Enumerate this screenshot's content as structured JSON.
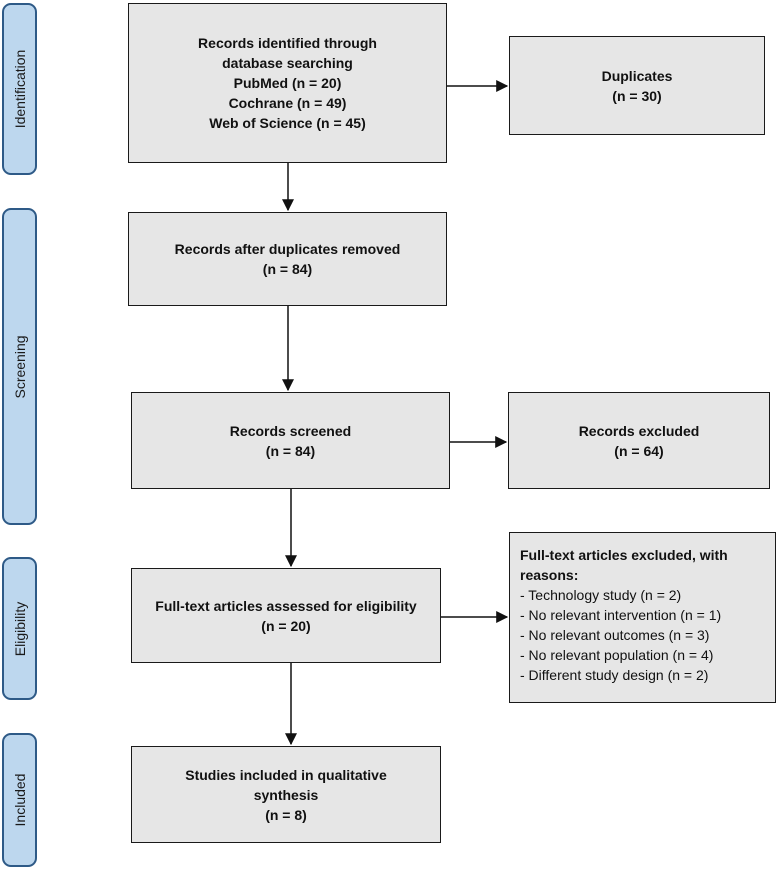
{
  "stages": [
    {
      "name": "identification",
      "label": "Identification"
    },
    {
      "name": "screening",
      "label": "Screening"
    },
    {
      "name": "eligibility",
      "label": "Eligibility"
    },
    {
      "name": "included",
      "label": "Included"
    }
  ],
  "boxes": {
    "identified": {
      "lines": [
        "Records identified through",
        "database searching",
        "PubMed (n = 20)",
        "Cochrane (n = 49)",
        "Web of Science (n = 45)"
      ]
    },
    "duplicates": {
      "lines": [
        "Duplicates",
        "(n = 30)"
      ]
    },
    "after_duplicates": {
      "lines": [
        "Records after duplicates removed",
        "(n = 84)"
      ]
    },
    "screened": {
      "lines": [
        "Records screened",
        "(n = 84)"
      ]
    },
    "excluded": {
      "lines": [
        "Records excluded",
        "(n = 64)"
      ]
    },
    "fulltext": {
      "lines": [
        "Full-text articles assessed for eligibility",
        "(n = 20)"
      ]
    },
    "fulltext_excluded": {
      "title_lines": [
        "Full-text articles excluded, with",
        "reasons:"
      ],
      "reasons": [
        "- Technology study (n = 2)",
        "- No relevant intervention (n = 1)",
        "- No relevant outcomes (n = 3)",
        "- No relevant population (n = 4)",
        "- Different study design (n = 2)"
      ]
    },
    "included": {
      "lines": [
        "Studies included in qualitative",
        "synthesis",
        "(n = 8)"
      ]
    }
  }
}
